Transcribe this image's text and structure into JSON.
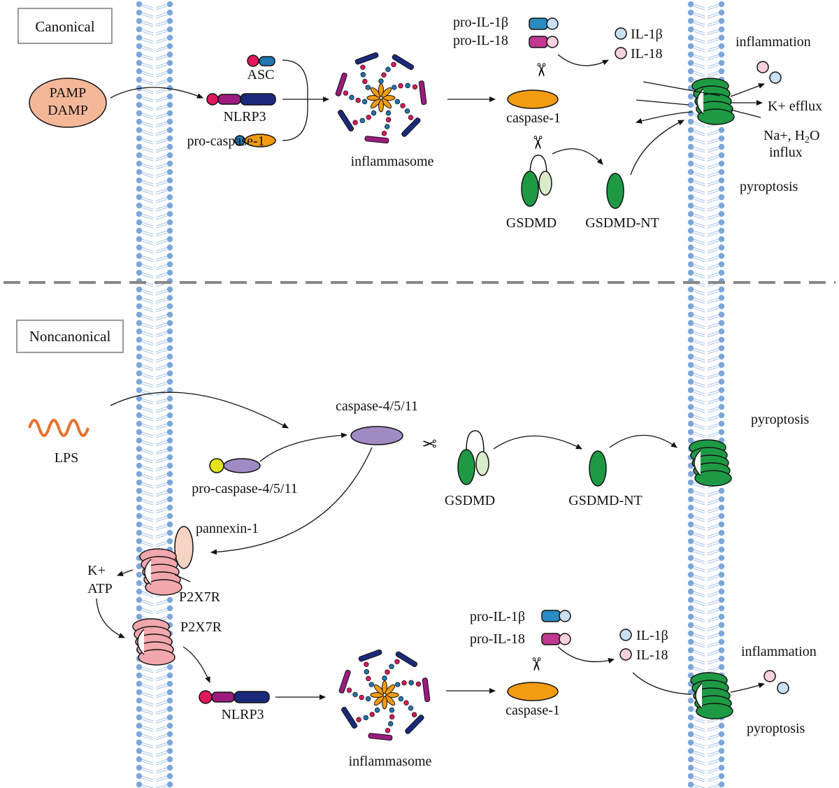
{
  "colors": {
    "membrane_head": "#7ea6d8",
    "membrane_tail": "#a9c6e6",
    "pamp": "#f4b899",
    "caspase1": "#f39c12",
    "caspase4": "#a08ac4",
    "gsdmd": "#1e9a45",
    "gsdmd_light": "#d9ecc9",
    "il1b": "#c9dff4",
    "il18": "#f9d1dd",
    "p2x7r": "#f1a7ad",
    "pannexin": "#f6d3c3",
    "nlrp3_pink": "#e0185f",
    "nlrp3_purple": "#9b1c7e",
    "nlrp3_navy": "#1b2a7a",
    "asc_blue": "#1f77b4",
    "lps": "#e8702a",
    "procasp4_yellow": "#e3e21b",
    "divider": "#888888"
  },
  "sections": {
    "canonical": "Canonical",
    "noncanonical": "Noncanonical"
  },
  "canonical": {
    "pamp_line1": "PAMP",
    "pamp_line2": "DAMP",
    "asc": "ASC",
    "nlrp3": "NLRP3",
    "pro_caspase1": "pro-caspase-1",
    "inflammasome": "inflammasome",
    "pro_il1b": "pro-IL-1β",
    "pro_il18": "pro-IL-18",
    "caspase1": "caspase-1",
    "il1b": "IL-1β",
    "il18": "IL-18",
    "gsdmd": "GSDMD",
    "gsdmd_nt": "GSDMD-NT",
    "inflammation": "inflammation",
    "k_efflux": "K+ efflux",
    "na_influx_line1": "Na+, H",
    "na_influx_sub": "2",
    "na_influx_tail": "O",
    "na_influx_line2": "influx",
    "pyroptosis": "pyroptosis"
  },
  "noncanonical": {
    "lps": "LPS",
    "caspase4": "caspase-4/5/11",
    "pro_caspase4": "pro-caspase-4/5/11",
    "gsdmd": "GSDMD",
    "gsdmd_nt": "GSDMD-NT",
    "pyroptosis_top": "pyroptosis",
    "pannexin": "pannexin-1",
    "k_plus": "K+",
    "atp": "ATP",
    "p2x7r_1": "P2X7R",
    "p2x7r_2": "P2X7R",
    "nlrp3": "NLRP3",
    "inflammasome": "inflammasome",
    "pro_il1b": "pro-IL-1β",
    "pro_il18": "pro-IL-18",
    "caspase1": "caspase-1",
    "il1b": "IL-1β",
    "il18": "IL-18",
    "inflammation": "inflammation",
    "pyroptosis_bottom": "pyroptosis"
  }
}
